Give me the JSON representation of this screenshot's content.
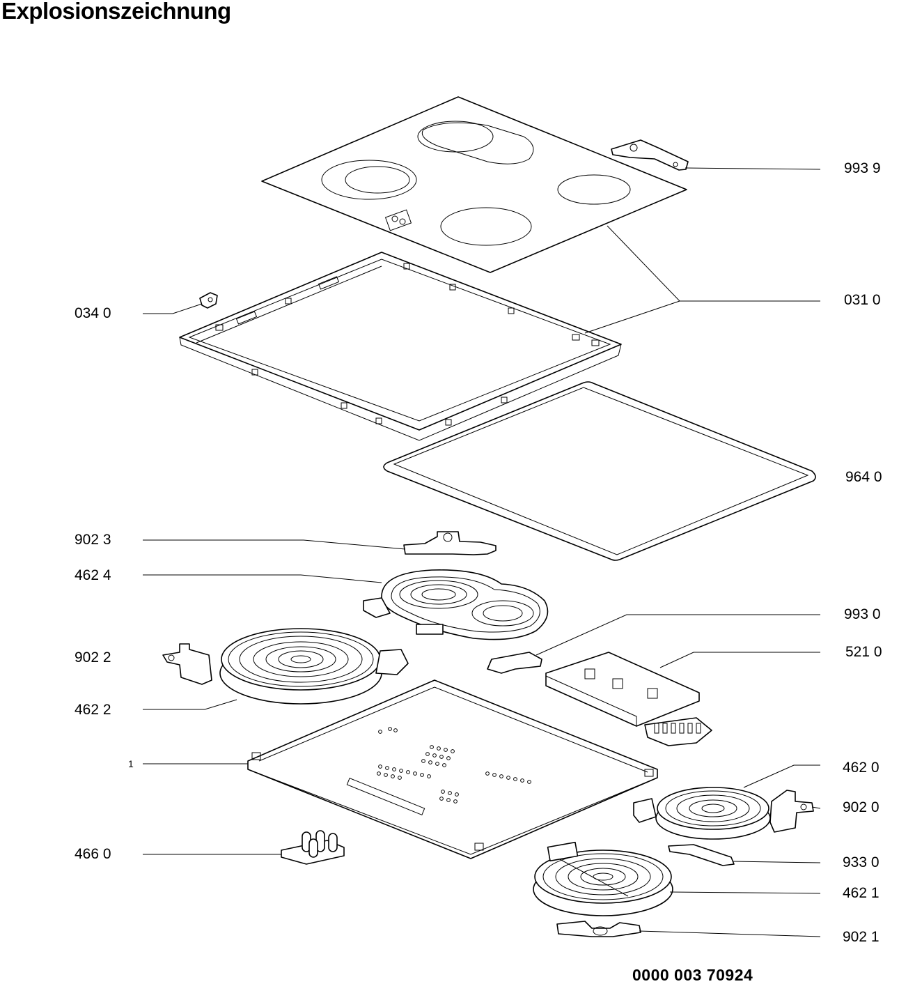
{
  "title": "Explosionszeichnung",
  "document_number": "0000 003 70924",
  "labels_left": [
    {
      "id": "034-0",
      "text": "034 0"
    },
    {
      "id": "902-3",
      "text": "902 3"
    },
    {
      "id": "462-4",
      "text": "462 4"
    },
    {
      "id": "902-2",
      "text": "902 2"
    },
    {
      "id": "462-2",
      "text": "462 2"
    },
    {
      "id": "1",
      "text": "1"
    },
    {
      "id": "466-0",
      "text": "466 0"
    }
  ],
  "labels_right": [
    {
      "id": "993-9",
      "text": "993 9"
    },
    {
      "id": "031-0",
      "text": "031 0"
    },
    {
      "id": "964-0",
      "text": "964 0"
    },
    {
      "id": "993-0",
      "text": "993 0"
    },
    {
      "id": "521-0",
      "text": "521 0"
    },
    {
      "id": "462-0",
      "text": "462 0"
    },
    {
      "id": "902-0",
      "text": "902 0"
    },
    {
      "id": "933-0",
      "text": "933 0"
    },
    {
      "id": "462-1",
      "text": "462 1"
    },
    {
      "id": "902-1",
      "text": "902 1"
    }
  ]
}
